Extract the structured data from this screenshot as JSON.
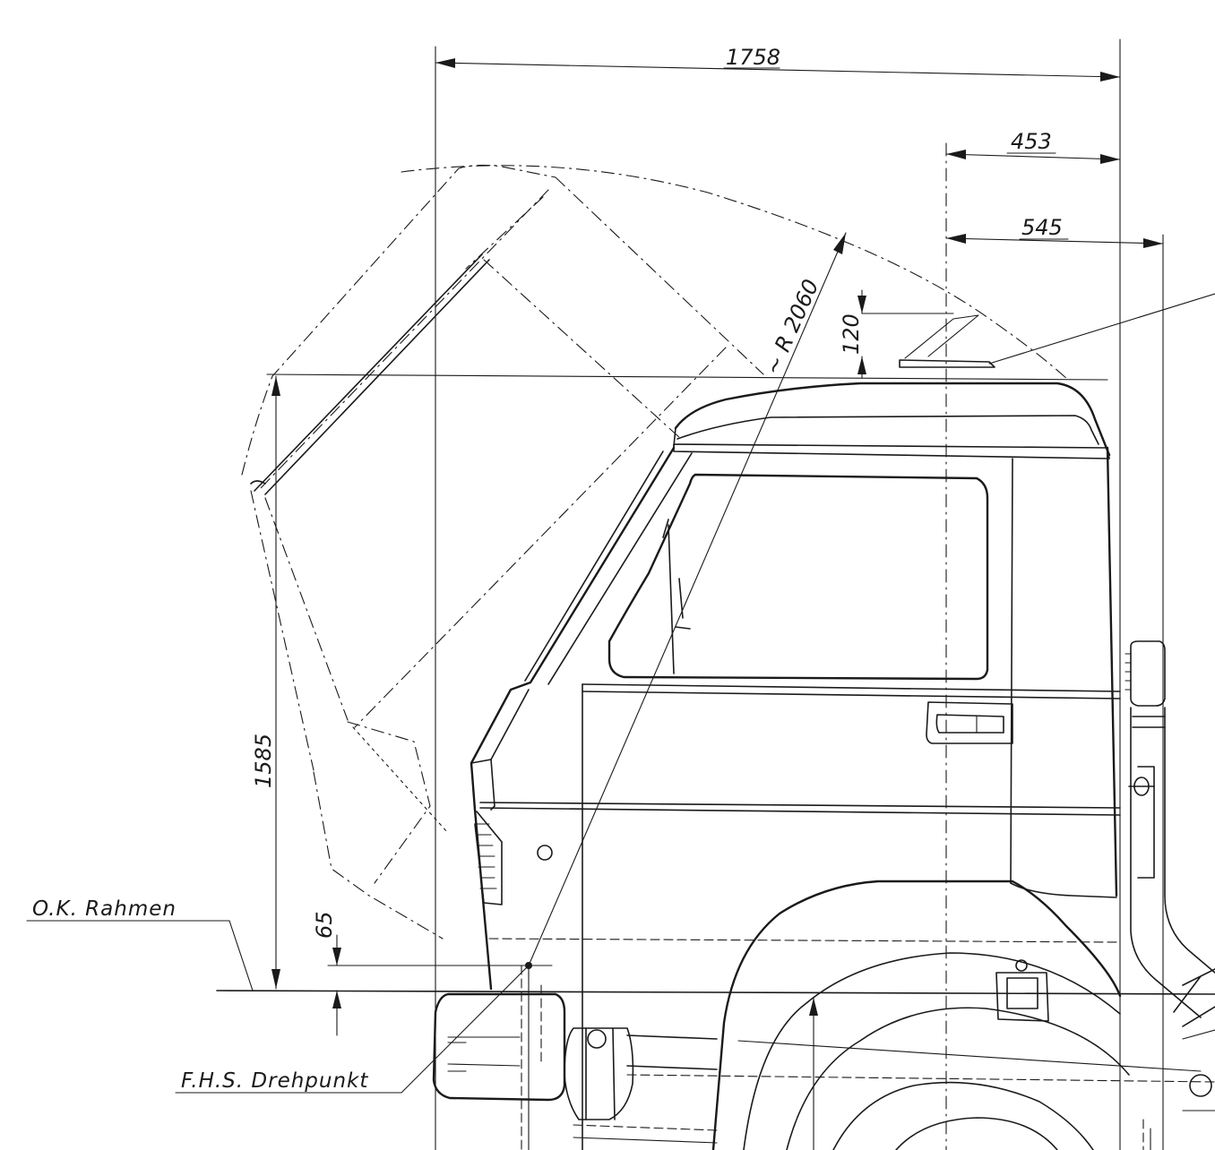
{
  "dimensions": {
    "overall_length": "1758",
    "offset_453": "453",
    "offset_545": "545",
    "tilt_radius": "~ R 2060",
    "roof_hatch_height": "120",
    "tilt_height": "1585",
    "frame_offset": "65"
  },
  "labels": {
    "frame_top": "O.K. Rahmen",
    "pivot_point": "F.H.S. Drehpunkt"
  }
}
